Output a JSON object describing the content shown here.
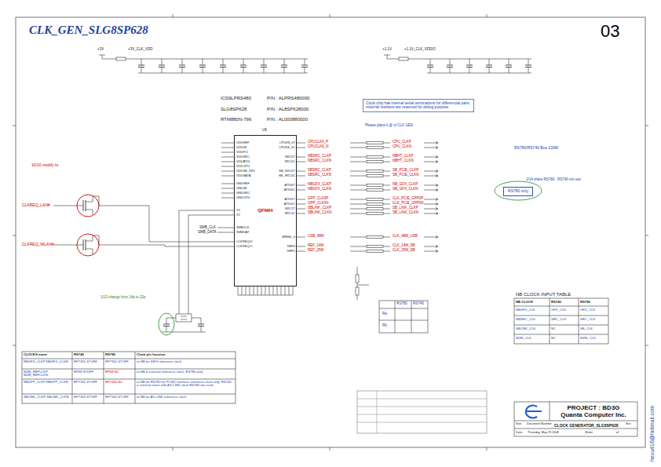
{
  "diagram": {
    "title": "CLK_GEN_SLG8SP628",
    "nodes": [
      {
        "text": [
          "QFN64"
        ]
      },
      {
        "text": [
          "Clock chip has internal serial terminations for differencial pairs, external resistors are reserved for debug purpose."
        ]
      },
      {
        "text": [
          "RS780 only"
        ]
      },
      {
        "text": [
          "PROJECT : BD3G",
          "Quanta Computer Inc."
        ]
      }
    ],
    "labels": [
      "03",
      "ICS9LPRS480",
      "P/N : ALPRS480000",
      "SLG8SP628",
      "P/N : AL8SP628000",
      "RTM880N-796",
      "P/N : AL000880000",
      "Please place it @ of CLK GEN",
      "RS780/RS740 Bus 100M",
      "1/14 share RS780 : RS740 not use",
      "10/10 modify to",
      "1/13 change from 14p to 22p",
      "NB CLOCK INPUT TABLE",
      "+3V",
      "+3V_CLK_VDD",
      "+1.1V",
      "+1.1V_CLK_VDDIO",
      "U6",
      "VDDREF",
      "VDD48",
      "VDDPCI",
      "VDDSRC",
      "VDDATIG",
      "VDDCPU",
      "VDDSB_SRC",
      "VDDSATA",
      "GNDREF",
      "GND48",
      "GNDSRC",
      "GNDCPU",
      "X1",
      "X2",
      "SMBCLK",
      "SMBDAT",
      "CLKREQ0#",
      "CLKREQ1#",
      "CPUK8_0T",
      "CPUK8_0C",
      "SRC0T",
      "SRC0C",
      "SB_SRC0T",
      "SB_SRC0C",
      "ATIG0T",
      "ATIG0C",
      "ATIG1T",
      "ATIG1C",
      "SRC1T",
      "SRC1C",
      "48MHz_0",
      "REF0",
      "REF1",
      "CPUCLK0_P",
      "CPUCLK0_N",
      "NBSRC_CLKP",
      "NBSRC_CLKN",
      "SBSRC_CLKP",
      "SBSRC_CLKN",
      "NBGFX_CLKP",
      "NBGFX_CLKN",
      "GPP_CLK0P",
      "GPP_CLK0N",
      "SBLINK_CLKP",
      "SBLINK_CLKN",
      "USB_48M",
      "REF_14M",
      "REF_25M",
      "CPU_CLKP",
      "CPU_CLKN",
      "NBHT_CLKP",
      "NBHT_CLKN",
      "SB_PCIE_CLKP",
      "SB_PCIE_CLKN",
      "NB_GFX_CLKP",
      "NB_GFX_CLKN",
      "CLK_PCIE_GPP0P",
      "CLK_PCIE_GPP0N",
      "SB_LINK_CLKP",
      "SB_LINK_CLKN",
      "CLK_48M_USB",
      "CLK_14M_SB",
      "CLK_25M_SB",
      "CLKREQ_LAN#",
      "CLKREQ_WLAN#",
      "SMB_CLK",
      "SMB_DATA",
      "CLOCKS name",
      "RS740",
      "RS780",
      "Clock pin function",
      "NBGFX_CLKP NBGFX_CLKN",
      "RP7301 STUFF",
      "RP7301 STUFF",
      "to NB for IGFX reference clock",
      "M2M_REFCLKP M2M_REFCLKN",
      "RP68 STUFF",
      "RP68 NC",
      "to NB-S external reference clock, RS780 only",
      "NBDPP_CLKP NBDPP_CLKN",
      "RP7301 STUFF",
      "RP7400 NC",
      "to NB for RS780 for PCIE2 Interface reference clock only. RS740 is internal share with AX-LINK clock.RS780 not used",
      "SBLINK_CLKP SBLINK_CLKN",
      "RP7302 STUFF",
      "RP7302 STUFF",
      "to NB for AX-LINK reference clock",
      "NB CLOCK",
      "RS740",
      "RS780",
      "NBGFX_CLK",
      "GFX_CLK",
      "GFX_CLK",
      "NBSRC_CLK",
      "SRC_CLK",
      "SRC_CLK",
      "SBLINK_CLK",
      "NC",
      "SB_CLK",
      "M2M_CLK",
      "NC",
      "M2M_CLK",
      "RS780",
      "RS740",
      "Ra",
      "Rb",
      "Size",
      "Document Number",
      "Rev",
      "Date:",
      "Sheet",
      "of",
      "CLOCK GENERATOR_SLG8SP628",
      "hexu416@hotmail.com",
      "Thursday, May 29 2008"
    ]
  }
}
